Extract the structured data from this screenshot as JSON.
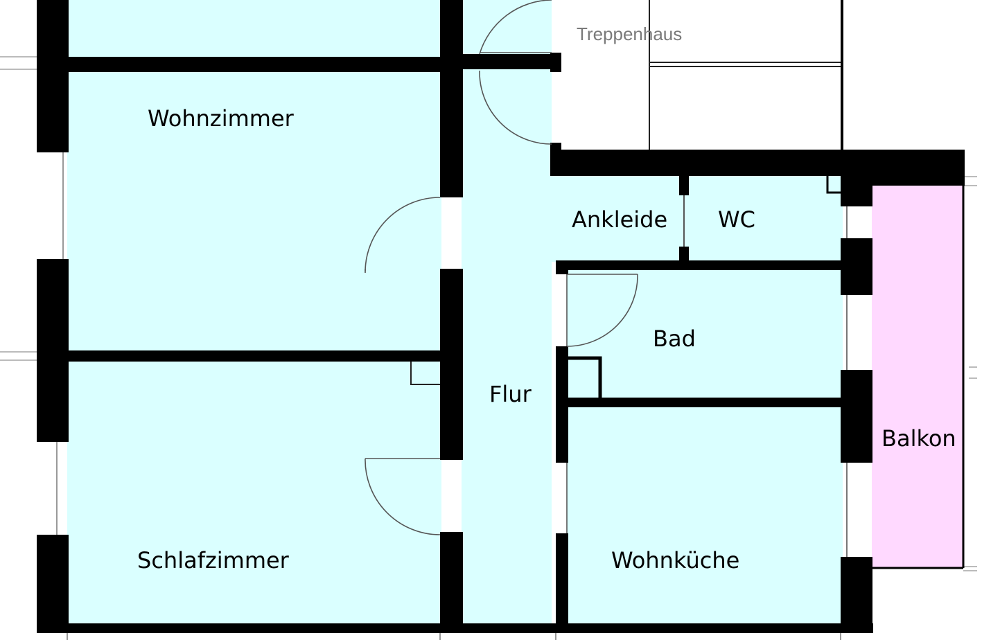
{
  "plan": {
    "colors": {
      "room_fill": "#daffff",
      "balcony_fill": "#ffd9ff",
      "wall": "#000000",
      "staircase_label": "#7a7a7a"
    },
    "rooms": {
      "wohnzimmer": "Wohnzimmer",
      "schlafzimmer": "Schlafzimmer",
      "flur": "Flur",
      "ankleide": "Ankleide",
      "wc": "WC",
      "bad": "Bad",
      "wohnkueche": "Wohnküche",
      "balkon": "Balkon"
    },
    "staircase": "Treppenhaus"
  }
}
